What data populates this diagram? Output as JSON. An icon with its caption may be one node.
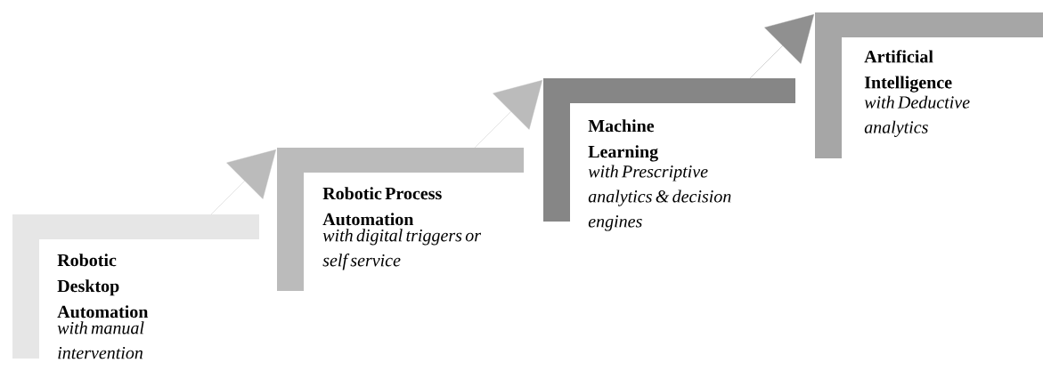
{
  "diagram": {
    "nodes": [
      {
        "text": [
          "Robotic Desktop Automation",
          "with manual intervention"
        ]
      },
      {
        "text": [
          "Robotic Process Automation",
          "with digital triggers or self service"
        ]
      },
      {
        "text": [
          "Machine Learning",
          "with Prescriptive analytics & decision engines"
        ]
      },
      {
        "text": [
          "Artificial Intelligence",
          "with Deductive analytics"
        ]
      }
    ],
    "edges": [
      {
        "from": 0,
        "to": 1,
        "arrow": "to"
      },
      {
        "from": 1,
        "to": 2,
        "arrow": "to"
      },
      {
        "from": 2,
        "to": 3,
        "arrow": "to",
        "color": "#909090"
      }
    ]
  }
}
